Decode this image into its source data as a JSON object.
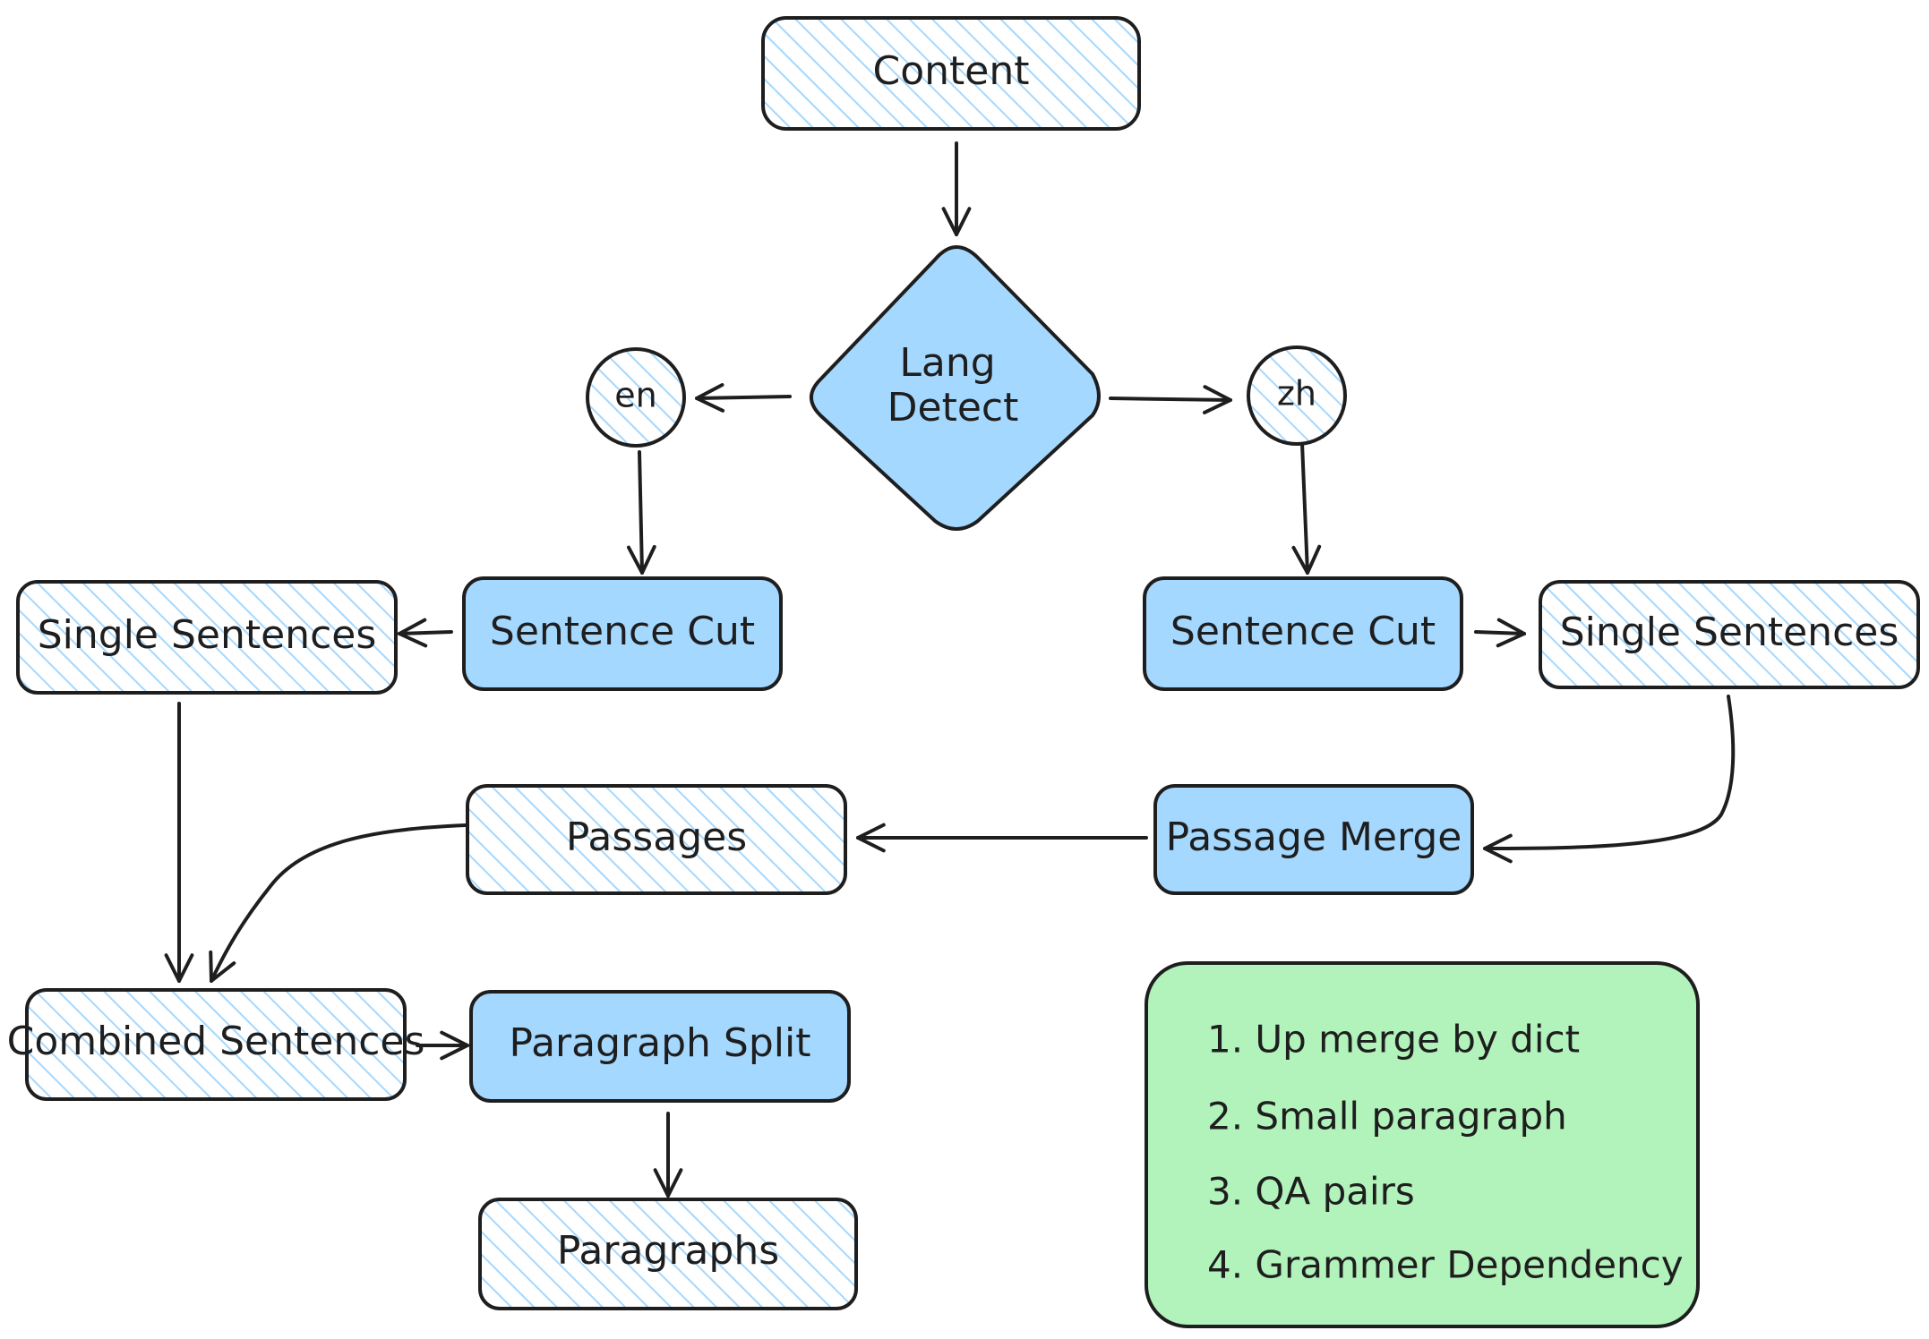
{
  "nodes": {
    "content": "Content",
    "lang_detect_line1": "Lang",
    "lang_detect_line2": "Detect",
    "en": "en",
    "zh": "zh",
    "sentence_cut_en": "Sentence Cut",
    "sentence_cut_zh": "Sentence Cut",
    "single_sentences_en": "Single Sentences",
    "single_sentences_zh": "Single Sentences",
    "passage_merge": "Passage Merge",
    "passages": "Passages",
    "combined_sentences": "Combined Sentences",
    "paragraph_split": "Paragraph Split",
    "paragraphs": "Paragraphs"
  },
  "notes": [
    "1. Up merge by dict",
    "2. Small paragraph",
    "3. QA pairs",
    "4. Grammer Dependency"
  ],
  "colors": {
    "process_fill": "#a5d8ff",
    "hatch_stroke": "#a5d8ff",
    "note_fill": "#b2f2bb",
    "stroke": "#1e1e1e"
  }
}
